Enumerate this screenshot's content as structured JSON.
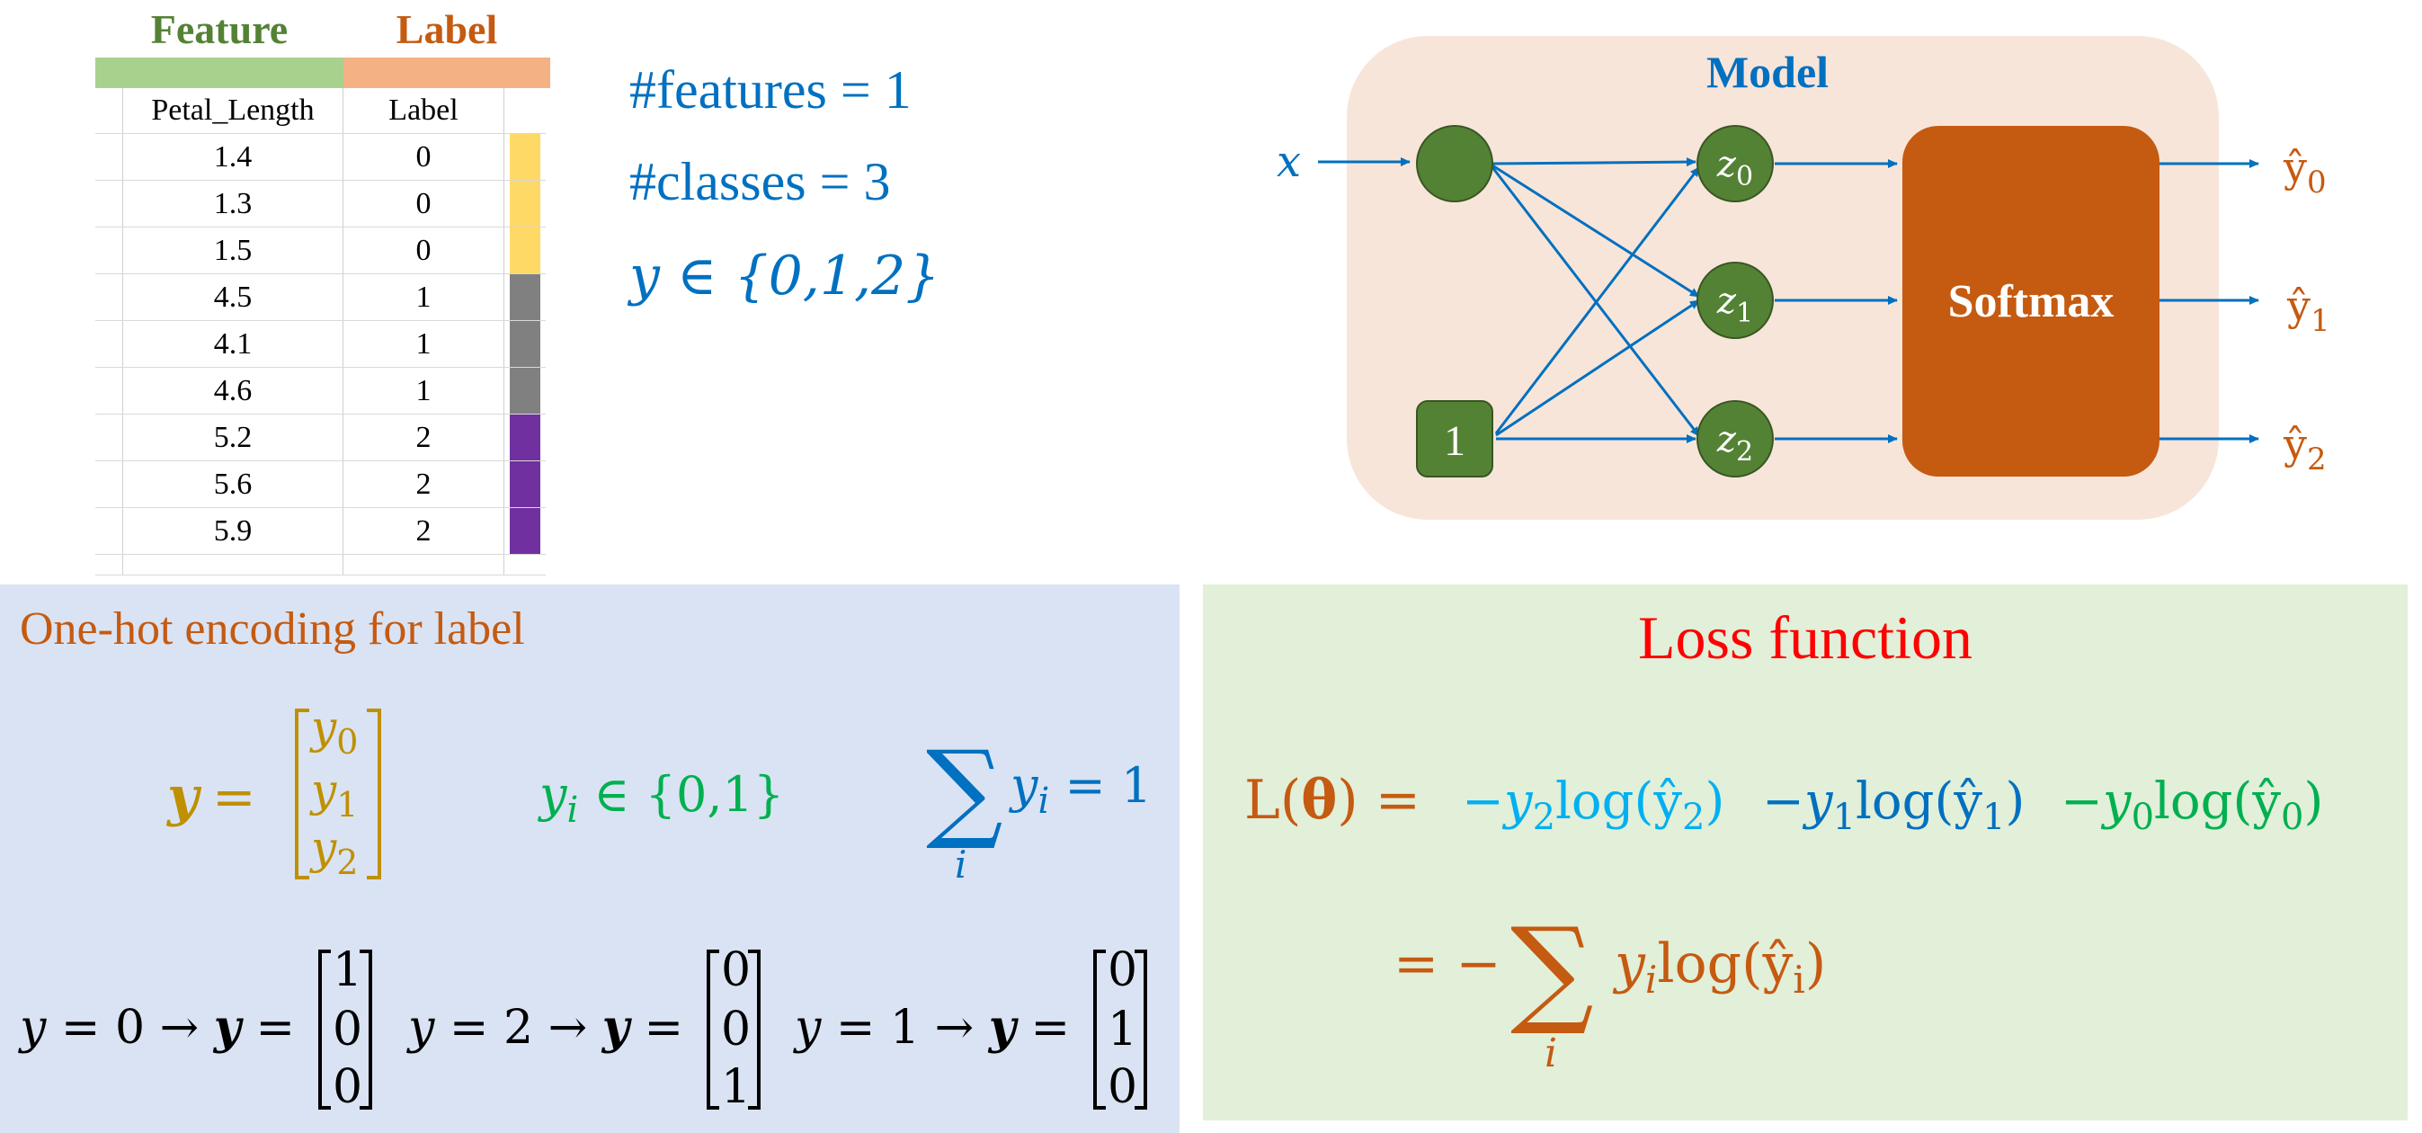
{
  "table": {
    "header_feature": "Feature",
    "header_label": "Label",
    "col_feature": "Petal_Length",
    "col_label": "Label",
    "rows": [
      {
        "feature": "1.4",
        "label": "0"
      },
      {
        "feature": "1.3",
        "label": "0"
      },
      {
        "feature": "1.5",
        "label": "0"
      },
      {
        "feature": "4.5",
        "label": "1"
      },
      {
        "feature": "4.1",
        "label": "1"
      },
      {
        "feature": "4.6",
        "label": "1"
      },
      {
        "feature": "5.2",
        "label": "2"
      },
      {
        "feature": "5.6",
        "label": "2"
      },
      {
        "feature": "5.9",
        "label": "2"
      }
    ],
    "class_colors": [
      "#ffd966",
      "#808080",
      "#7030a0"
    ]
  },
  "stats": {
    "features": "#features = 1",
    "classes": "#classes = 3",
    "y_set": "y ∈ {0,1,2}"
  },
  "model": {
    "title": "Model",
    "input": "x",
    "bias": "1",
    "z0": "z0",
    "z1": "z1",
    "z2": "z2",
    "softmax": "Softmax",
    "y0": "ŷ0",
    "y1": "ŷ1",
    "y2": "ŷ2"
  },
  "onehot": {
    "title": "One-hot encoding for label",
    "vector_y": "y",
    "v0": "y0",
    "v1": "y1",
    "v2": "y2",
    "yi_set": "yᵢ ∈ {0,1}",
    "sum_rhs": "yᵢ = 1",
    "sum_index": "i",
    "ex1_lhs": "y = 0 →",
    "ex1_vec": [
      "1",
      "0",
      "0"
    ],
    "ex2_lhs": "y = 2 →",
    "ex2_vec": [
      "0",
      "0",
      "1"
    ],
    "ex3_lhs": "y = 1 →",
    "ex3_vec": [
      "0",
      "1",
      "0"
    ]
  },
  "loss": {
    "title": "Loss function",
    "lhs": "L(θ)",
    "term2": "−y₂log(ŷ₂)",
    "term1": "−y₁log(ŷ₁)",
    "term0": "−y₀log(ŷ₀)",
    "line2": "yᵢlog(ŷᵢ)",
    "sum_index": "i"
  },
  "colors": {
    "blue": "#0070c0",
    "green_node": "#548235",
    "orange": "#c55a11",
    "model_bg": "#f8e5d9",
    "gold": "#bf9000",
    "teal_green": "#00b050",
    "light_blue": "#00b0f0"
  }
}
